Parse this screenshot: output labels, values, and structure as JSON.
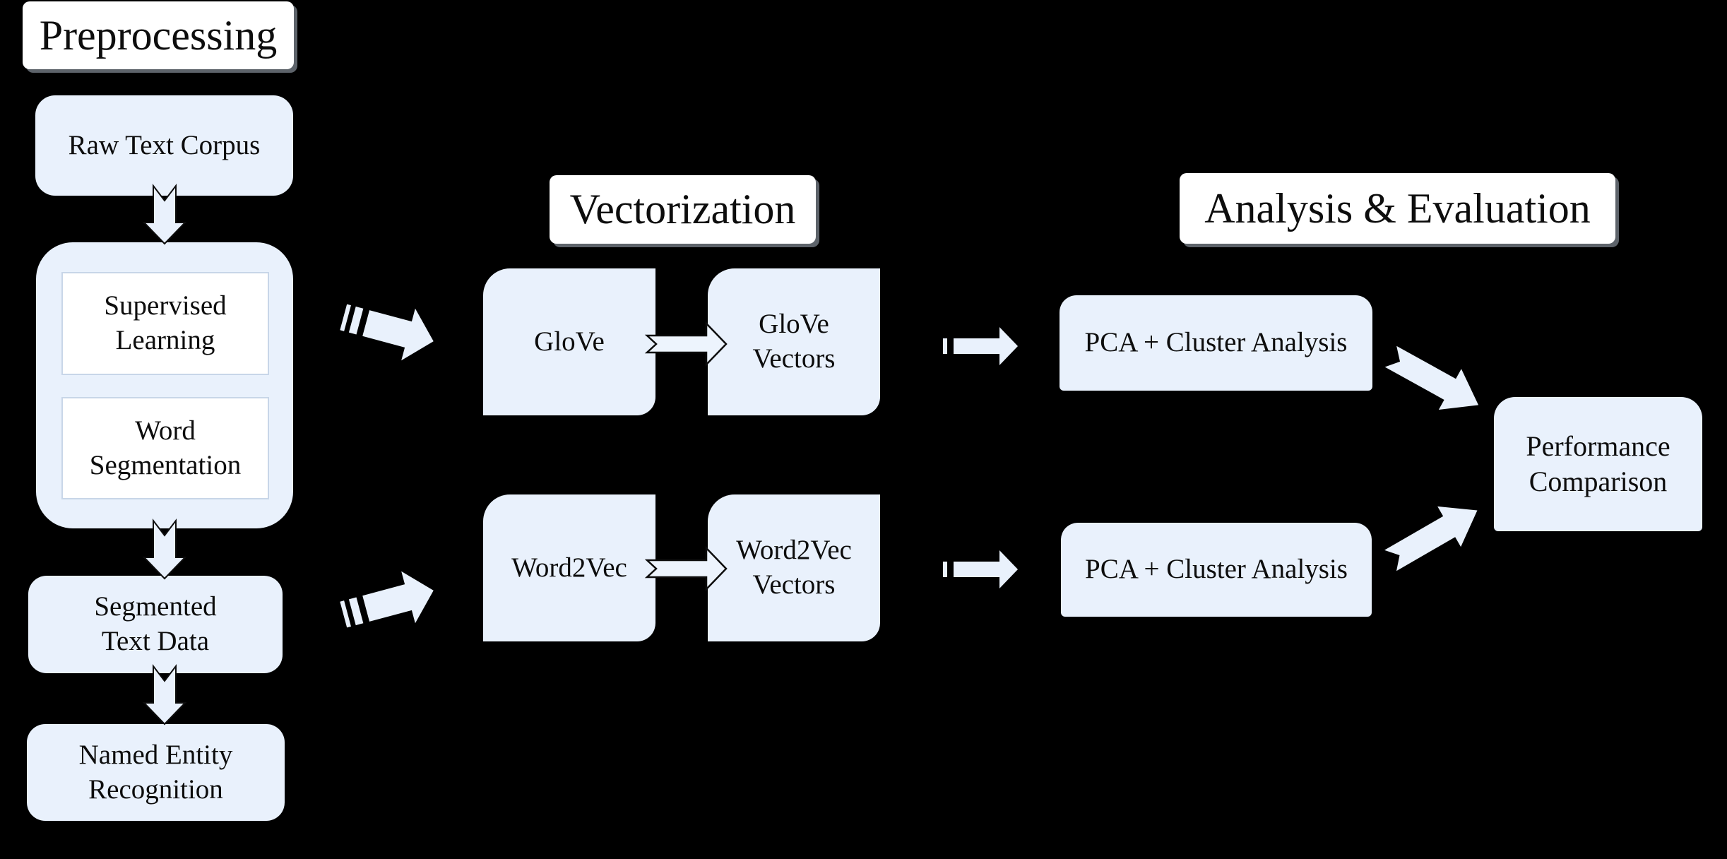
{
  "diagram": {
    "colors": {
      "background": "#000000",
      "node_fill": "#e9f1fc",
      "node_border": "#c8d6e8",
      "label_background": "#ffffff",
      "text": "#0d0d0d",
      "arrow_fill": "#e9f1fc",
      "arrow_outline": "#0d0d0d"
    },
    "sections": {
      "preprocessing": {
        "label": "Preprocessing",
        "nodes": {
          "raw_text_corpus": "Raw Text Corpus",
          "supervised_learning": "Supervised\nLearning",
          "word_segmentation": "Word\nSegmentation",
          "segmented_text_data": "Segmented\nText Data",
          "named_entity_recognition": "Named Entity\nRecognition"
        }
      },
      "vectorization": {
        "label": "Vectorization",
        "nodes": {
          "glove": "GloVe",
          "glove_vectors": "GloVe\nVectors",
          "word2vec": "Word2Vec",
          "word2vec_vectors": "Word2Vec\nVectors"
        }
      },
      "analysis_evaluation": {
        "label": "Analysis & Evaluation",
        "nodes": {
          "pca_cluster_analysis_top": "PCA + Cluster Analysis",
          "pca_cluster_analysis_bottom": "PCA + Cluster Analysis",
          "performance_comparison": "Performance\nComparison"
        }
      }
    }
  }
}
